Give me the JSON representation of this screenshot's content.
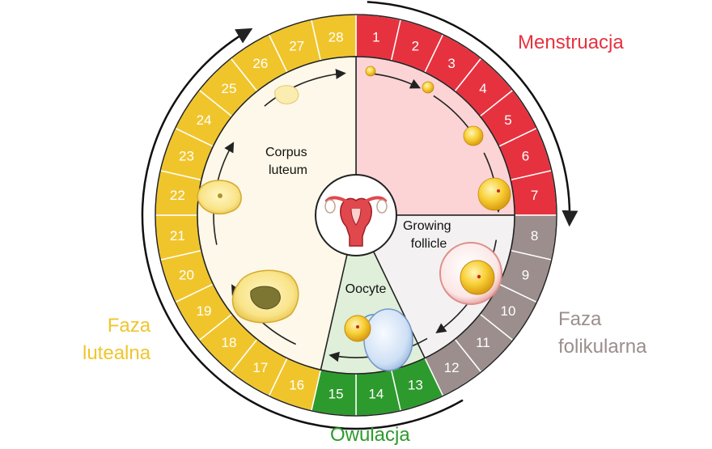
{
  "phases": {
    "menstruation": {
      "label": "Menstruacja",
      "color": "#e6323f",
      "days": [
        1,
        7
      ]
    },
    "follicular": {
      "lines": [
        "Faza",
        "folikularna"
      ],
      "color": "#9b8e8c",
      "days": [
        8,
        12
      ]
    },
    "ovulation": {
      "label": "Owulacja",
      "color": "#2d9a2d",
      "days": [
        13,
        15
      ]
    },
    "luteal": {
      "lines": [
        "Faza",
        "lutealna"
      ],
      "color": "#f0c52c",
      "days": [
        16,
        28
      ]
    }
  },
  "inner_labels": {
    "corpus_luteum": [
      "Corpus",
      "luteum"
    ],
    "growing_follicle": [
      "Growing",
      "follicle"
    ],
    "oocyte": "Oocyte"
  },
  "days": [
    "1",
    "2",
    "3",
    "4",
    "5",
    "6",
    "7",
    "8",
    "9",
    "10",
    "11",
    "12",
    "13",
    "14",
    "15",
    "16",
    "17",
    "18",
    "19",
    "20",
    "21",
    "22",
    "23",
    "24",
    "25",
    "26",
    "27",
    "28"
  ],
  "colors": {
    "menstruation_sector": "#fcd4d6",
    "follicular_sector": "#f3f1f2",
    "ovulation_sector": "#e0efda",
    "luteal_sector": "#fdf8e9",
    "egg_yellow": "#f6cb2c",
    "uterus": "#e0484d"
  },
  "icons": [
    "uterus-icon",
    "follicle-icon",
    "oocyte-icon",
    "corpus-luteum-icon"
  ]
}
